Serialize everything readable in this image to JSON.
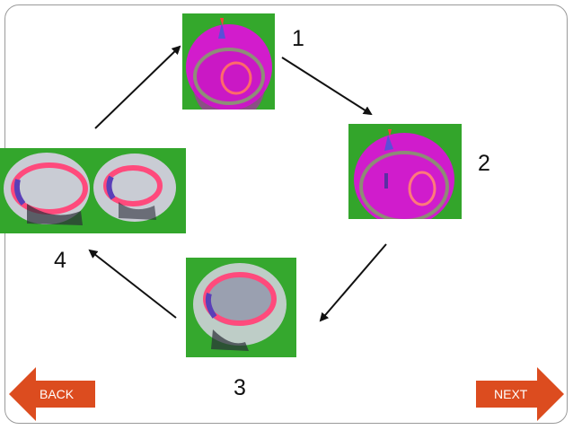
{
  "steps": [
    {
      "label": "1",
      "image": "balloon-with-glue-rings-magenta"
    },
    {
      "label": "2",
      "image": "balloon-rings-drying-magenta"
    },
    {
      "label": "3",
      "image": "foil-disc-with-ring"
    },
    {
      "label": "4",
      "image": "two-foil-discs-with-rings"
    }
  ],
  "nav": {
    "back_label": "BACK",
    "next_label": "NEXT",
    "color": "#dc4c1f"
  },
  "colors": {
    "background_green": "#2fa62a",
    "balloon_magenta": "#d11bcb"
  }
}
